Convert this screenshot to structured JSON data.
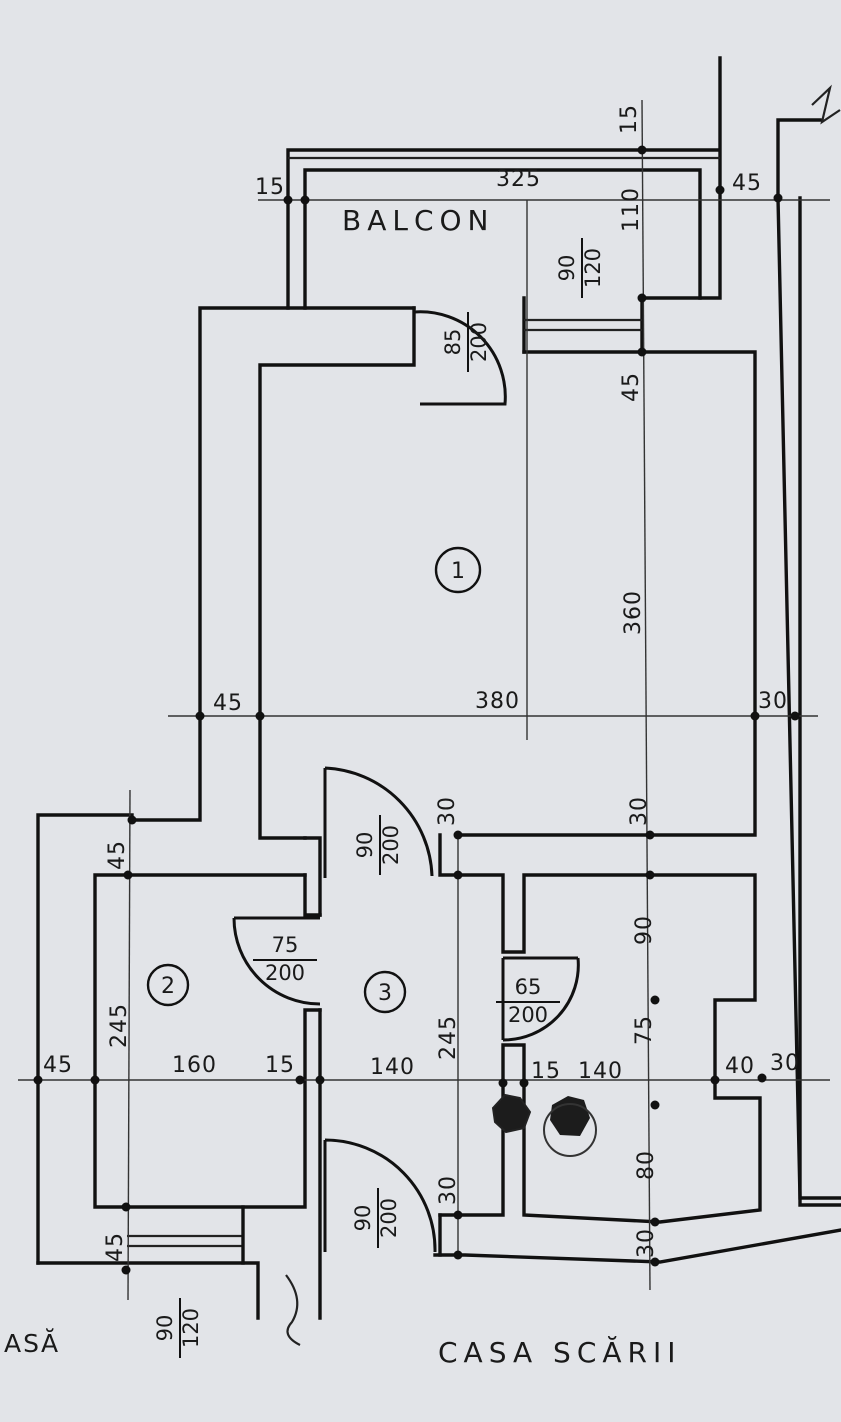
{
  "plan": {
    "labels": {
      "balcony": "BALCON",
      "stairwell": "CASA SCĂRII",
      "left_cut": "ASĂ"
    },
    "rooms": [
      {
        "number": "1"
      },
      {
        "number": "2"
      },
      {
        "number": "3"
      }
    ],
    "doors": {
      "balcony": {
        "width": "85",
        "height": "200"
      },
      "room1": {
        "width": "90",
        "height": "200"
      },
      "room2": {
        "width": "75",
        "height": "200"
      },
      "bath": {
        "width": "65",
        "height": "200"
      },
      "entrance": {
        "width": "90",
        "height": "200"
      }
    },
    "windows": {
      "balcony": {
        "width": "90",
        "height": "120"
      },
      "room2": {
        "width": "90",
        "height": "120"
      }
    },
    "dimensions": {
      "top_15_left": "15",
      "top_325": "325",
      "top_15_right": "15",
      "top_45": "45",
      "top_110": "110",
      "r1_45": "45",
      "r1_360": "360",
      "r1_left_45": "45",
      "r1_380": "380",
      "r1_right_30": "30",
      "mid_30_a": "30",
      "mid_30_b": "30",
      "r2_45": "45",
      "r2_245": "245",
      "r3_245": "245",
      "bath_90": "90",
      "bath_75": "75",
      "bath_80": "80",
      "bath_30_bottom": "30",
      "ent_30": "30",
      "row_45": "45",
      "row_160": "160",
      "row_15": "15",
      "row_140": "140",
      "row_15_b": "15",
      "row_140_b": "140",
      "row_40": "40",
      "row_30": "30",
      "bottom_45": "45"
    }
  }
}
